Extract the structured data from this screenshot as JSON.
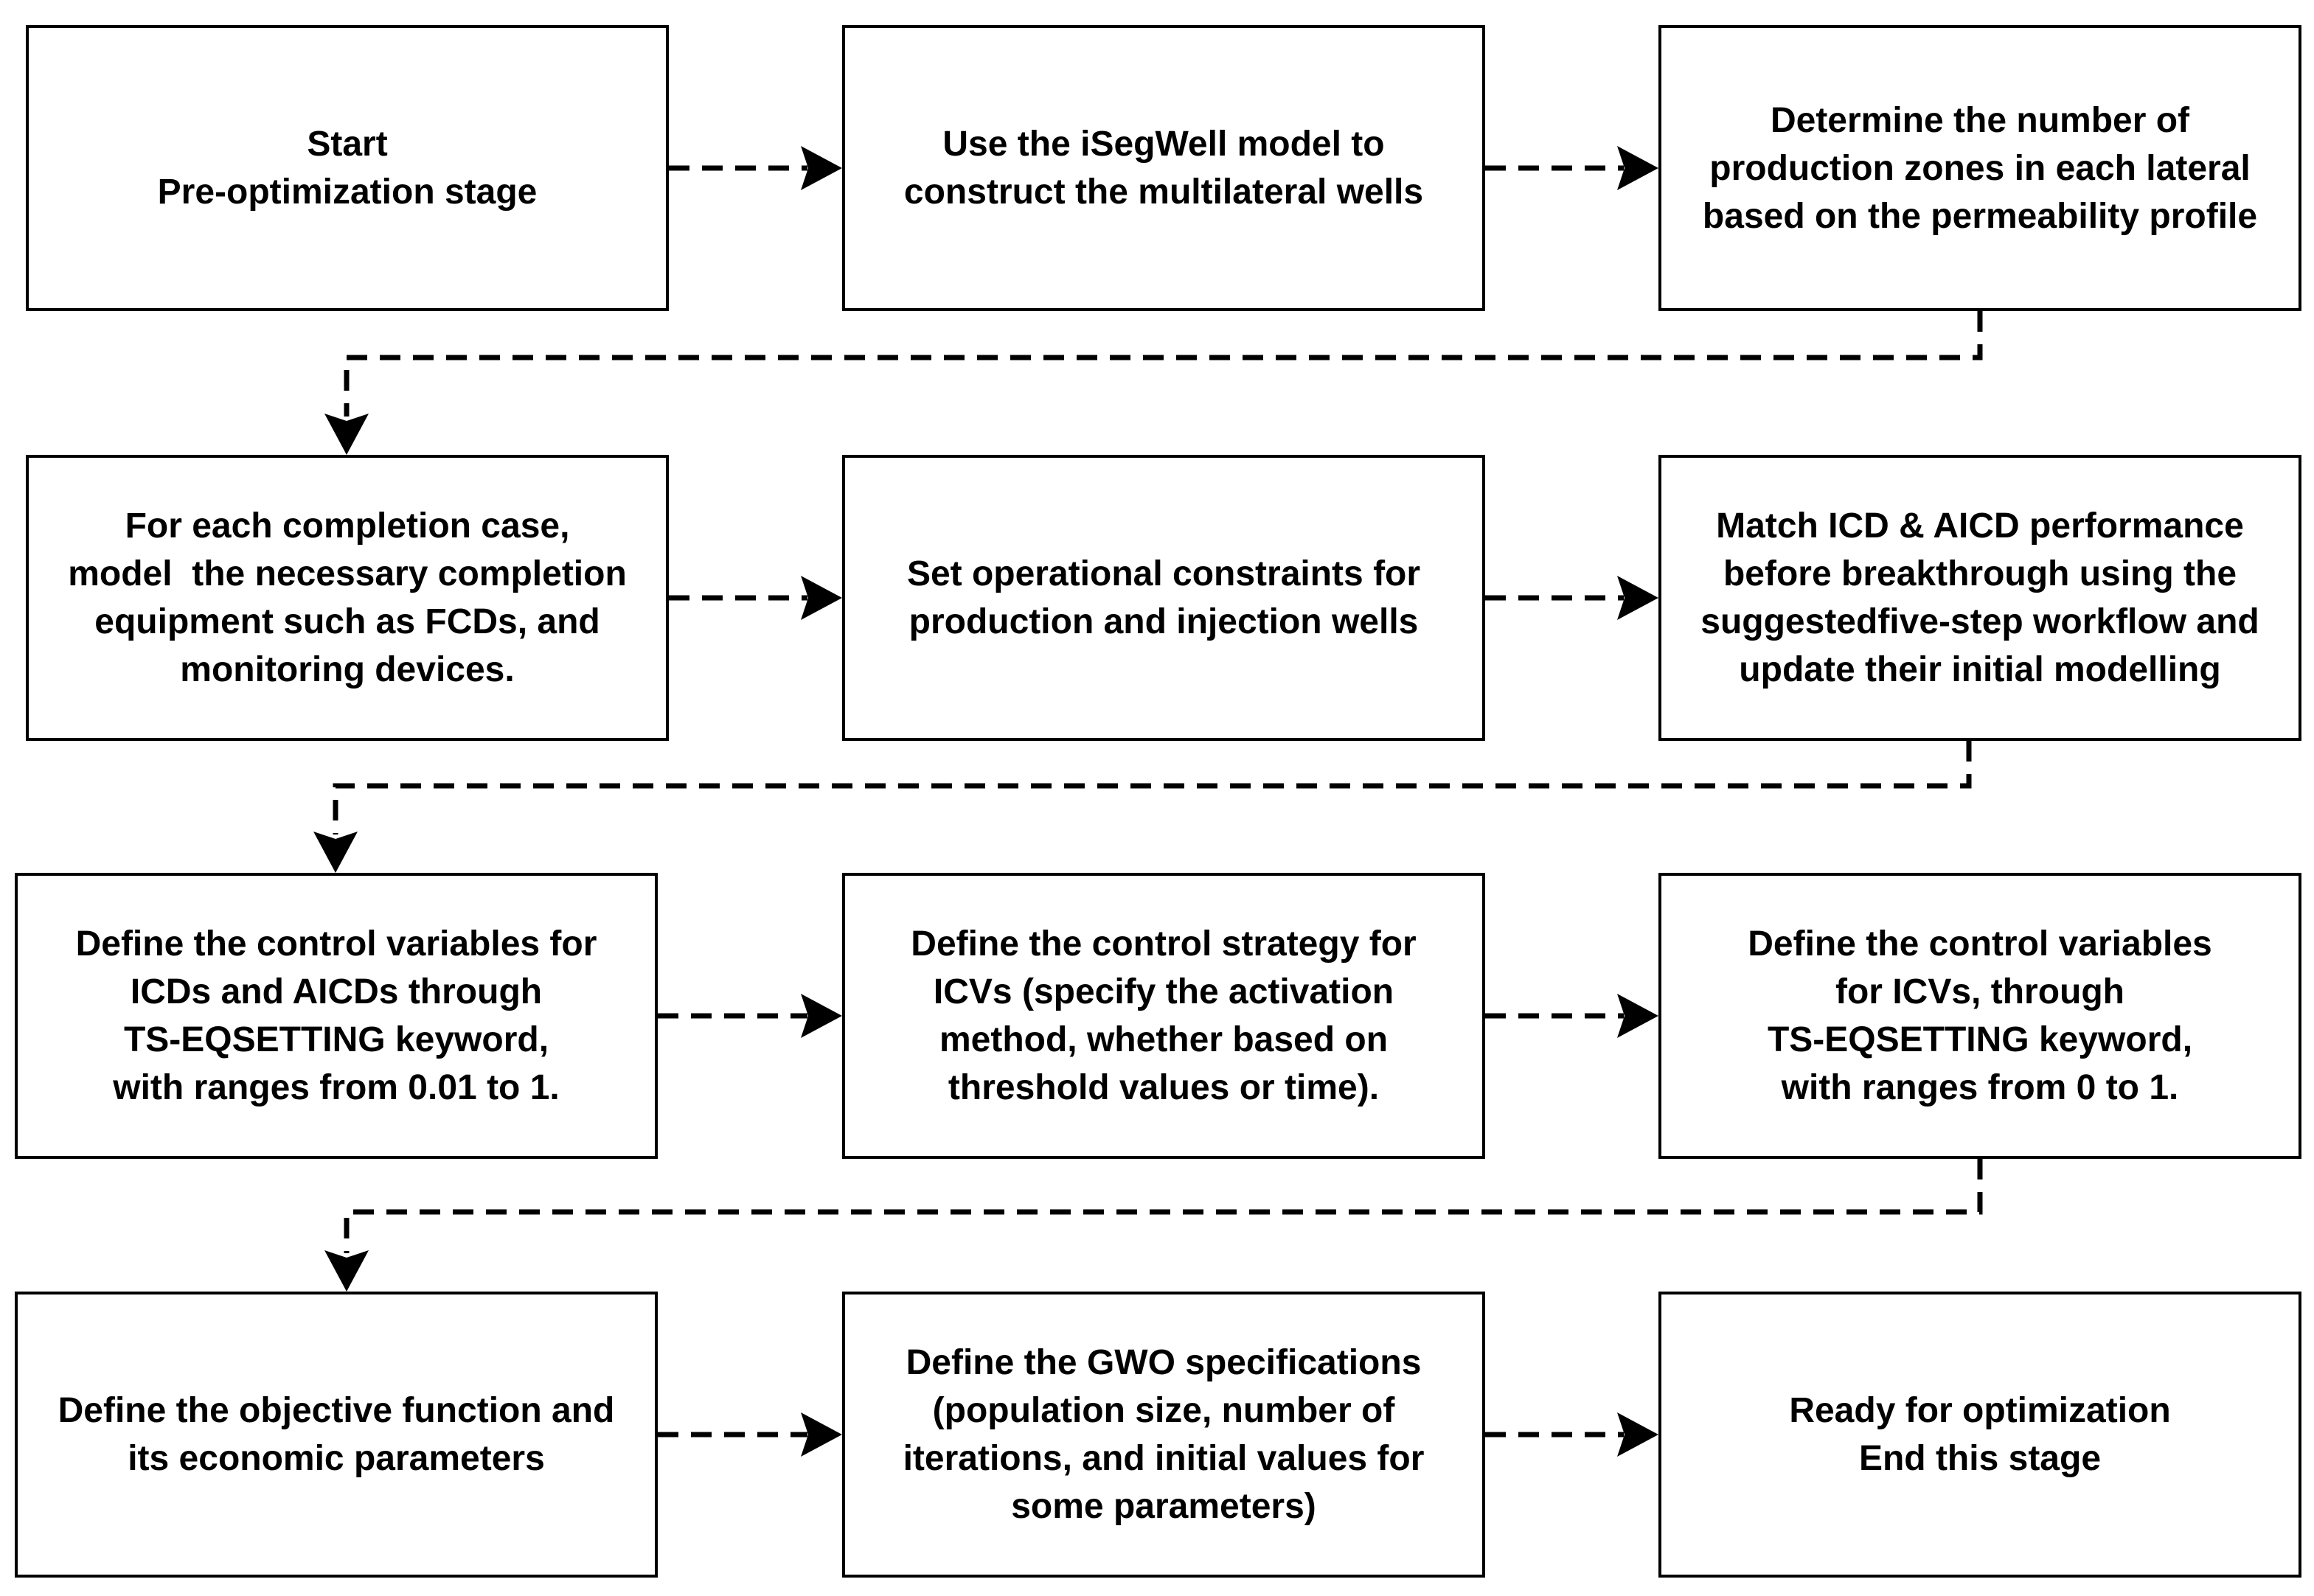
{
  "steps": [
    {
      "id": "start",
      "text": "Start\nPre-optimization stage"
    },
    {
      "id": "isegwell",
      "text": "Use the iSegWell model to\nconstruct the multilateral wells"
    },
    {
      "id": "production-zones",
      "text": "Determine the number of\nproduction zones in each lateral\nbased on the permeability profile"
    },
    {
      "id": "completion-equipment",
      "text": "For each completion case,\nmodel  the necessary completion\nequipment such as FCDs, and\nmonitoring devices."
    },
    {
      "id": "operational-constraints",
      "text": "Set operational constraints for\nproduction and injection wells"
    },
    {
      "id": "match-performance",
      "text": "Match ICD & AICD performance\nbefore breakthrough using the\nsuggestedfive-step workflow and\nupdate their initial modelling"
    },
    {
      "id": "icd-control-variables",
      "text": "Define the control variables for\nICDs and AICDs through\nTS-EQSETTING keyword,\nwith ranges from 0.01 to 1."
    },
    {
      "id": "icv-control-strategy",
      "text": "Define the control strategy for\nICVs (specify the activation\nmethod, whether based on\nthreshold values or time)."
    },
    {
      "id": "icv-control-variables",
      "text": "Define the control variables\nfor ICVs, through\nTS-EQSETTING keyword,\nwith ranges from 0 to 1."
    },
    {
      "id": "objective-function",
      "text": "Define the objective function and\nits economic parameters"
    },
    {
      "id": "gwo-specifications",
      "text": "Define the GWO specifications\n(population size, number of\niterations, and initial values for\nsome parameters)"
    },
    {
      "id": "ready",
      "text": "Ready for optimization\nEnd this stage"
    }
  ],
  "connectors": [
    {
      "from": "start",
      "to": "isegwell"
    },
    {
      "from": "isegwell",
      "to": "production-zones"
    },
    {
      "from": "production-zones",
      "to": "completion-equipment"
    },
    {
      "from": "completion-equipment",
      "to": "operational-constraints"
    },
    {
      "from": "operational-constraints",
      "to": "match-performance"
    },
    {
      "from": "match-performance",
      "to": "icd-control-variables"
    },
    {
      "from": "icd-control-variables",
      "to": "icv-control-strategy"
    },
    {
      "from": "icv-control-strategy",
      "to": "icv-control-variables"
    },
    {
      "from": "icv-control-variables",
      "to": "objective-function"
    },
    {
      "from": "objective-function",
      "to": "gwo-specifications"
    },
    {
      "from": "gwo-specifications",
      "to": "ready"
    }
  ],
  "colors": {
    "line": "#000000",
    "box_border": "#000000",
    "background": "#ffffff",
    "text": "#000000"
  }
}
